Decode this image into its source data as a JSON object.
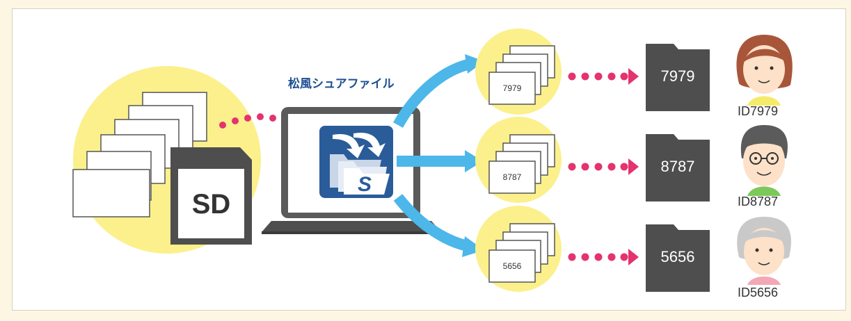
{
  "app_name": "松風シュアファイル",
  "sd_label": "SD",
  "app_icon_letter": "S",
  "colors": {
    "highlight_yellow": "#fbf08c",
    "arrow_blue": "#4cb7e8",
    "dot_pink": "#e4336f",
    "folder_gray": "#4e4e4e",
    "app_blue": "#2a5c9a"
  },
  "patients": [
    {
      "number": "7979",
      "id_label": "ID7979",
      "avatar": "woman-brown-hair-icon"
    },
    {
      "number": "8787",
      "id_label": "ID8787",
      "avatar": "man-glasses-icon"
    },
    {
      "number": "5656",
      "id_label": "ID5656",
      "avatar": "elderly-woman-icon"
    }
  ]
}
